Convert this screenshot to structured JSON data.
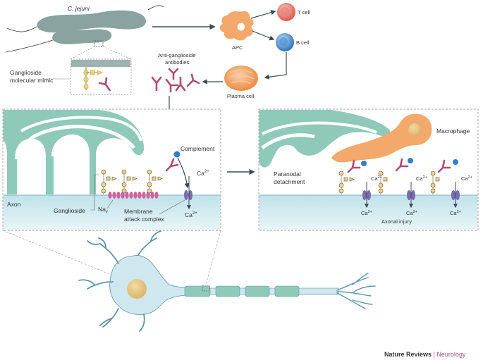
{
  "labels": {
    "c_jejuni": "C. jejuni",
    "apc": "APC",
    "t_cell": "T cell",
    "b_cell": "B cell",
    "plasma_cell": "Plasma cell",
    "anti_ganglioside_1": "Anti-ganglioside",
    "anti_ganglioside_2": "antibodies",
    "mimic_1": "Ganglioside",
    "mimic_2": "molecular mimic",
    "complement": "Complement",
    "axon": "Axon",
    "ganglioside": "Ganglioside",
    "nav_main": "Na",
    "nav_sub": "v",
    "mac_1": "Membrane",
    "mac_2": "attack complex",
    "ca_main": "Ca",
    "ca_sup": "2+",
    "macrophage": "Macrophage",
    "paranodal_1": "Paranodal",
    "paranodal_2": "detachment",
    "axonal_injury": "Axonal injury"
  },
  "footer": {
    "journal": "Nature Reviews",
    "separator": " | ",
    "section": "Neurology"
  },
  "colors": {
    "myelin": "#8fc9b9",
    "axon_fill": "#cfe8ef",
    "apc": "#f3a86c",
    "t_cell": "#e86a5e",
    "b_cell": "#4a8ed4",
    "plasma": "#f09a55",
    "antibody": "#b04d6e",
    "nav_channel": "#d4609e",
    "mac_channel": "#7b6bb0",
    "ganglioside_sugar": "#f5d37a",
    "complement": "#2f80c9",
    "bacteria": "#8aa3a0"
  }
}
